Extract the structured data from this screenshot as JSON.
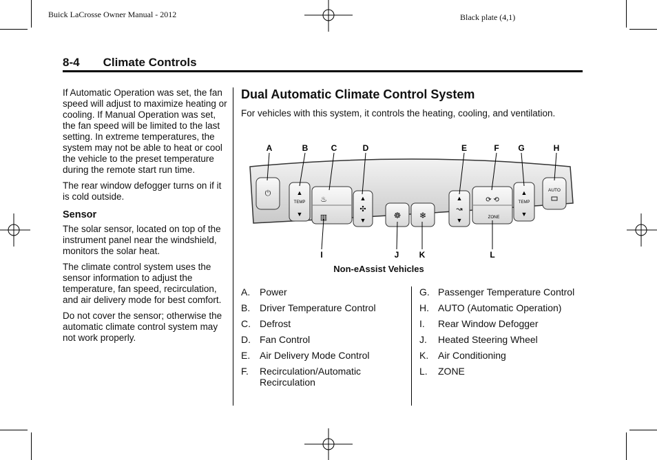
{
  "header": {
    "manual": "Buick LaCrosse Owner Manual - 2012",
    "plate": "Black plate (4,1)"
  },
  "section": {
    "number": "8-4",
    "title": "Climate Controls"
  },
  "left_column": {
    "p1": "If Automatic Operation was set, the fan speed will adjust to maximize heating or cooling. If Manual Operation was set, the fan speed will be limited to the last setting. In extreme temperatures, the system may not be able to heat or cool the vehicle to the preset temperature during the remote start run time.",
    "p2": "The rear window defogger turns on if it is cold outside.",
    "heading": "Sensor",
    "p3": "The solar sensor, located on top of the instrument panel near the windshield, monitors the solar heat.",
    "p4": "The climate control system uses the sensor information to adjust the temperature, fan speed, recirculation, and air delivery mode for best comfort.",
    "p5": "Do not cover the sensor; otherwise the automatic climate control system may not work properly."
  },
  "main": {
    "title": "Dual Automatic Climate Control System",
    "intro": "For vehicles with this system, it controls the heating, cooling, and ventilation.",
    "figure": {
      "caption": "Non-eAssist Vehicles",
      "top_labels": [
        "A",
        "B",
        "C",
        "D",
        "E",
        "F",
        "G",
        "H"
      ],
      "bottom_labels": [
        "I",
        "J",
        "K",
        "L"
      ],
      "button_text": {
        "temp": "TEMP",
        "auto": "AUTO",
        "zone": "ZONE"
      }
    },
    "legend_left": [
      {
        "letter": "A.",
        "text": "Power"
      },
      {
        "letter": "B.",
        "text": "Driver Temperature Control"
      },
      {
        "letter": "C.",
        "text": "Defrost"
      },
      {
        "letter": "D.",
        "text": "Fan Control"
      },
      {
        "letter": "E.",
        "text": "Air Delivery Mode Control"
      },
      {
        "letter": "F.",
        "text": "Recirculation/Automatic Recirculation"
      }
    ],
    "legend_right": [
      {
        "letter": "G.",
        "text": "Passenger Temperature Control"
      },
      {
        "letter": "H.",
        "text": "AUTO (Automatic Operation)"
      },
      {
        "letter": "I.",
        "text": "Rear Window Defogger"
      },
      {
        "letter": "J.",
        "text": "Heated Steering Wheel"
      },
      {
        "letter": "K.",
        "text": "Air Conditioning"
      },
      {
        "letter": "L.",
        "text": "ZONE"
      }
    ]
  }
}
